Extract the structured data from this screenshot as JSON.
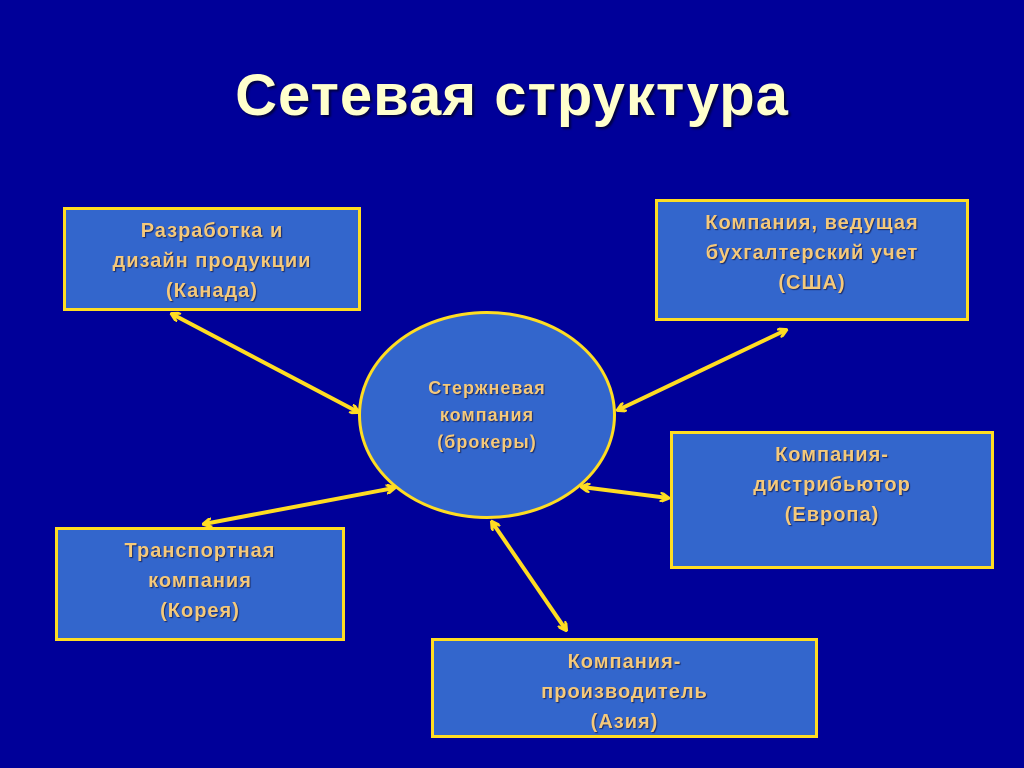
{
  "title": "Сетевая структура",
  "center": {
    "lines": [
      "Стержневая",
      "компания",
      "(брокеры)"
    ]
  },
  "nodes": [
    {
      "id": "design",
      "lines": [
        "Разработка и",
        "дизайн продукции",
        "(Канада)"
      ]
    },
    {
      "id": "accounting",
      "lines": [
        "Компания, ведущая",
        "бухгалтерский учет",
        "(США)"
      ]
    },
    {
      "id": "distributor",
      "lines": [
        "Компания-",
        "дистрибьютор",
        "(Европа)"
      ]
    },
    {
      "id": "transport",
      "lines": [
        "Транспортная",
        "компания",
        "(Корея)"
      ]
    },
    {
      "id": "manufacturer",
      "lines": [
        "Компания-",
        "производитель",
        "(Азия)"
      ]
    }
  ],
  "colors": {
    "background": "#000099",
    "box_fill": "#3366cc",
    "border": "#ffdd22",
    "text": "#f5c97a",
    "title": "#ffffcc"
  }
}
